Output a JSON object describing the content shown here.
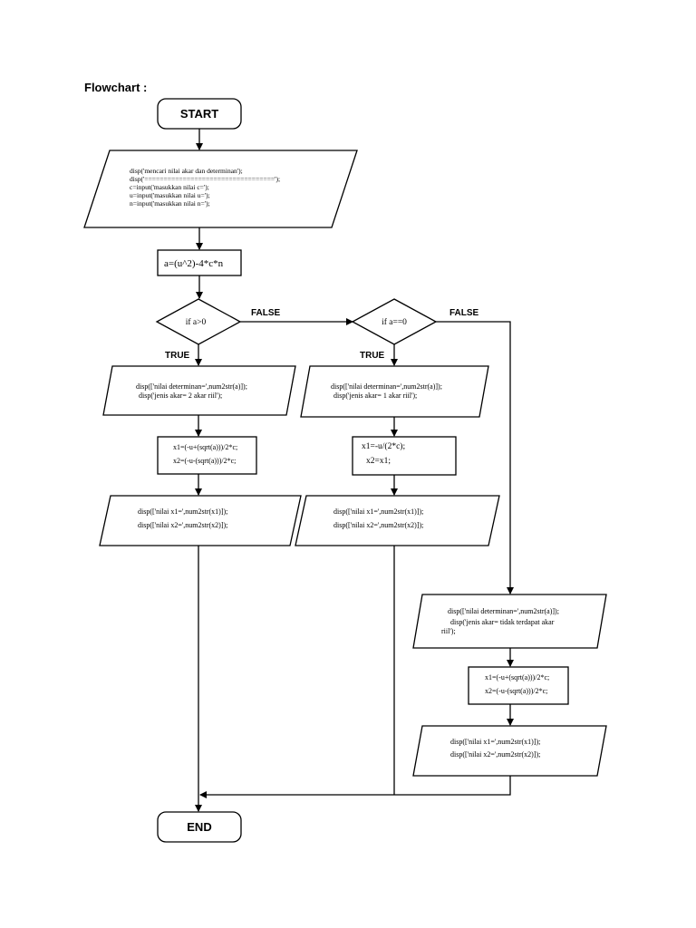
{
  "title": "Flowchart :",
  "start": "START",
  "end": "END",
  "input_block": [
    "disp('mencari nilai akar dan determinan');",
    "disp('==================================');",
    "c=input('masukkan nilai c=');",
    "u=input('masukkan nilai u=');",
    "n=input('masukkan nilai n=');"
  ],
  "calc_a": "a=(u^2)-4*c*n",
  "decision1": "if a>0",
  "decision2": "if a==0",
  "true_label": "TRUE",
  "false_label": "FALSE",
  "branch1": {
    "disp_det": [
      "disp(['nilai determinan=',num2str(a)]);",
      "disp('jenis akar= 2 akar riil');"
    ],
    "calc": [
      "x1=(-u+(sqrt(a)))/2*c;",
      "x2=(-u-(sqrt(a)))/2*c;"
    ],
    "disp_x": [
      "disp(['nilai x1=',num2str(x1)]);",
      "disp(['nilai x2=',num2str(x2)]);"
    ]
  },
  "branch2": {
    "disp_det": [
      "disp(['nilai determinan=',num2str(a)]);",
      "disp('jenis akar= 1 akar riil');"
    ],
    "calc": [
      "x1=-u/(2*c);",
      "x2=x1;"
    ],
    "disp_x": [
      "disp(['nilai x1=',num2str(x1)]);",
      "disp(['nilai x2=',num2str(x2)]);"
    ]
  },
  "branch3": {
    "disp_det": [
      "disp(['nilai determinan=',num2str(a)]);",
      "disp('jenis akar= tidak terdapat  akar",
      "riil');"
    ],
    "calc": [
      "x1=(-u+(sqrt(a)))/2*c;",
      "x2=(-u-(sqrt(a)))/2*c;"
    ],
    "disp_x": [
      "disp(['nilai x1=',num2str(x1)]);",
      "disp(['nilai x2=',num2str(x2)]);"
    ]
  }
}
